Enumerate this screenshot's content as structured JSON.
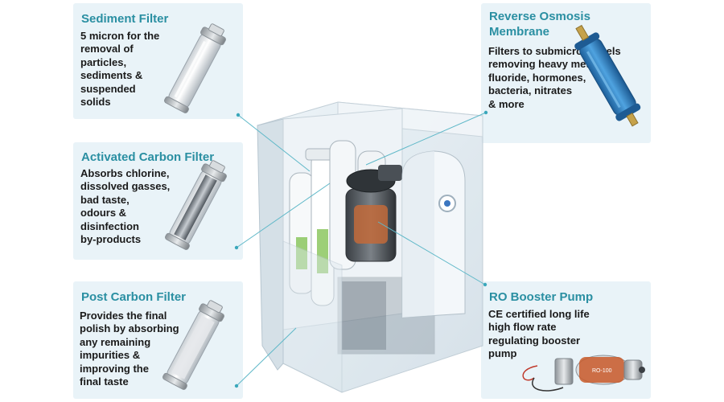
{
  "callouts": {
    "sediment": {
      "title": "Sediment Filter",
      "desc": "5 micron for the\nremoval of\nparticles,\nsediments &\nsuspended\nsolids"
    },
    "carbon": {
      "title": "Activated Carbon Filter",
      "desc": "Absorbs chlorine,\ndissolved gasses,\nbad taste,\nodours &\ndisinfection\nby-products"
    },
    "post": {
      "title": "Post Carbon Filter",
      "desc": "Provides the final\npolish by absorbing\nany remaining\nimpurities &\nimproving the\nfinal taste"
    },
    "ro": {
      "title": "Reverse Osmosis\nMembrane",
      "desc": "Filters to submicron levels\nremoving heavy metals,\nfluoride, hormones,\nbacteria, nitrates\n& more"
    },
    "pump": {
      "title": "RO Booster Pump",
      "desc": "CE certified long life\nhigh flow rate\nregulating booster\npump"
    }
  },
  "product_labels": {
    "pump_model": "RO-100"
  },
  "colors": {
    "card_bg": "#e9f3f8",
    "title": "#2a8fa2",
    "leader_line": "#5fb8c8",
    "membrane": "#2a86c6"
  }
}
